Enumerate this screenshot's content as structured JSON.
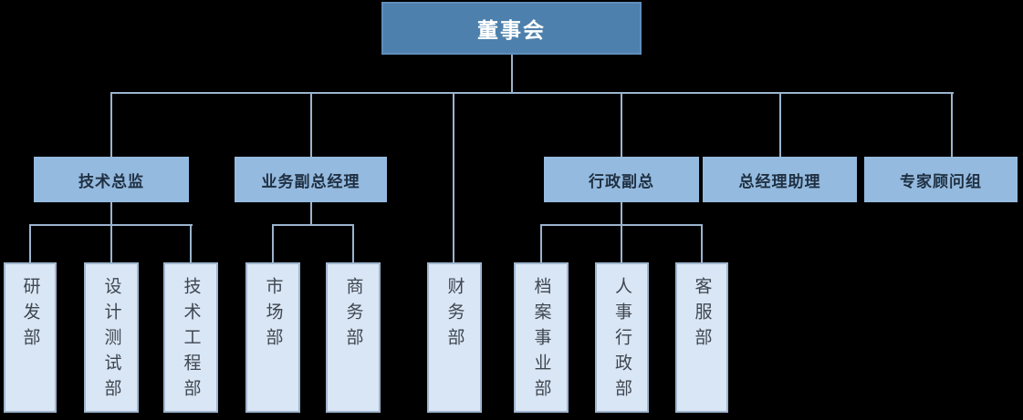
{
  "colors": {
    "root_fill": "#4D80AC",
    "root_border": "#5E8EBC",
    "root_text": "#FFFFFF",
    "level2_fill": "#95BADF",
    "level2_text": "#1F3042",
    "level3_fill": "#D9E6F5",
    "level3_border": "#9FB6CE",
    "level3_text": "#3F4650",
    "connector": "#9BB4CE",
    "page_bg": "#000000"
  },
  "org": {
    "root": {
      "label": "董事会"
    },
    "level2": [
      {
        "label": "技术总监"
      },
      {
        "label": "业务副总经理"
      },
      {
        "label": "行政副总"
      },
      {
        "label": "总经理助理"
      },
      {
        "label": "专家顾问组"
      }
    ],
    "level3": [
      {
        "label": "研发部",
        "reports_to": "技术总监"
      },
      {
        "label": "设计测试部",
        "reports_to": "技术总监"
      },
      {
        "label": "技术工程部",
        "reports_to": "技术总监"
      },
      {
        "label": "市场部",
        "reports_to": "业务副总经理"
      },
      {
        "label": "商务部",
        "reports_to": "业务副总经理"
      },
      {
        "label": "财务部",
        "reports_to": "董事会"
      },
      {
        "label": "档案事业部",
        "reports_to": "行政副总"
      },
      {
        "label": "人事行政部",
        "reports_to": "行政副总"
      },
      {
        "label": "客服部",
        "reports_to": "行政副总"
      }
    ]
  }
}
